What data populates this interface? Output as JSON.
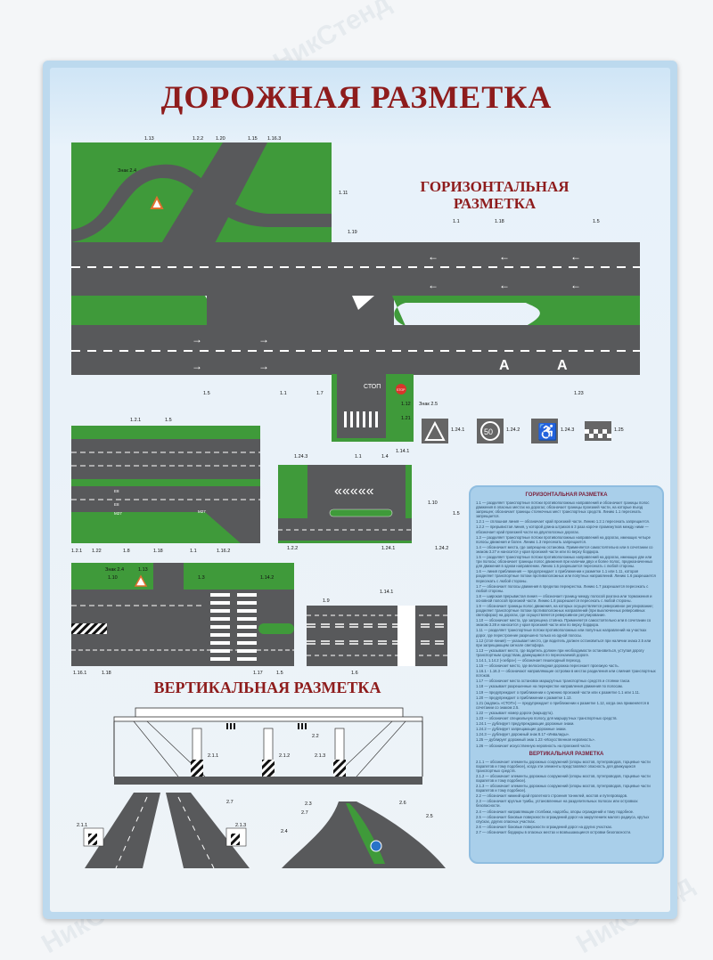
{
  "title": "ДОРОЖНАЯ РАЗМЕТКА",
  "watermark": "НикСтенд",
  "sections": {
    "horizontal_title_line1": "ГОРИЗОНТАЛЬНАЯ",
    "horizontal_title_line2": "РАЗМЕТКА",
    "vertical_title": "ВЕРТИКАЛЬНАЯ  РАЗМЕТКА"
  },
  "colors": {
    "title": "#8e1c1c",
    "grass": "#3f9a3a",
    "asphalt": "#58595b",
    "panel": "#a9cfea"
  },
  "main_diagram": {
    "labels": [
      "1.13",
      "1.2.2",
      "1.20",
      "1.15",
      "1.16.3",
      "Знак 2.4",
      "1.11",
      "1.19",
      "1.1",
      "1.18",
      "1.5",
      "1.5",
      "1.1",
      "1.7",
      "1.23",
      "Знак 2.5",
      "1.12",
      "1.21",
      "1.14.1"
    ],
    "road_text": "СТОП",
    "stop_sign": "STOP"
  },
  "signs": [
    {
      "label": "1.24.1",
      "icon": "road-narrows-sign"
    },
    {
      "label": "1.24.2",
      "icon": "speed-limit-sign",
      "text": "50"
    },
    {
      "label": "1.24.3",
      "icon": "disabled-sign"
    },
    {
      "label": "1.25",
      "icon": "checker-marking"
    }
  ],
  "diagram_multilane": {
    "labels": [
      "1.2.1",
      "1.5",
      "1.2.1",
      "1.22",
      "1.8",
      "1.18",
      "1.1",
      "1.16.2"
    ],
    "route_codes": [
      "E8",
      "E8",
      "M27",
      "M27"
    ]
  },
  "diagram_parking": {
    "labels": [
      "1.24.3",
      "1.1",
      "1.4",
      "1.10",
      "1.5",
      "1.2.2",
      "1.24.1",
      "1.24.2"
    ]
  },
  "diagram_crossing": {
    "labels": [
      "Знак 2.4",
      "1.10",
      "1.13",
      "1.3",
      "1.14.2",
      "1.16.1",
      "1.18",
      "1.17",
      "1.5"
    ]
  },
  "diagram_reversible": {
    "labels": [
      "1.9",
      "1.14.1",
      "1.6"
    ]
  },
  "diagram_bridge": {
    "labels": [
      "2.2",
      "2.1.1",
      "2.1.2",
      "2.1.3"
    ]
  },
  "diagram_bottom_left": {
    "labels": [
      "2.1.1",
      "2.7",
      "2.1.3"
    ]
  },
  "diagram_bottom_right": {
    "labels": [
      "2.3",
      "2.7",
      "2.4",
      "2.6",
      "2.5"
    ]
  },
  "panel": {
    "horizontal_heading": "ГОРИЗОНТАЛЬНАЯ РАЗМЕТКА",
    "horizontal_items": [
      "1.1 — разделяет транспортные потоки противоположных направлений и обозначает границы полос движения в опасных местах на дорогах; обозначает границы проезжей части, на которые въезд запрещен; обозначает границы стояночных мест транспортных средств. Линию 1.1 пересекать запрещается.",
      "1.2.1 — сплошная линия — обозначает край проезжей части. Линию 1.2.1 пересекать запрещается.",
      "1.2.2 — прерывистая линия, у которой длина штрихов в 3 раза короче промежутков между ними — обозначает край проезжей части на двухполосных дорогах.",
      "1.3 — разделяет транспортные потоки противоположных направлений на дорогах, имеющих четыре полосы движения и более. Линию 1.3 пересекать запрещается.",
      "1.4 — обозначает места, где запрещена остановка. Применяется самостоятельно или в сочетании со знаком 3.27 и наносится у края проезжей части или по верху бордюра.",
      "1.5 — разделяет транспортные потоки противоположных направлений на дорогах, имеющих две или три полосы; обозначает границы полос движения при наличии двух и более полос, предназначенных для движения в одном направлении. Линию 1.5 разрешается пересекать с любой стороны.",
      "1.6 — линия приближения — предупреждает о приближении к разметке 1.1 или 1.11, которая разделяет транспортные потоки противоположных или попутных направлений. Линию 1.6 разрешается пересекать с любой стороны.",
      "1.7 — обозначает полосы движения в пределах перекрестка. Линию 1.7 разрешается пересекать с любой стороны.",
      "1.8 — широкая прерывистая линия — обозначает границу между полосой разгона или торможения и основной полосой проезжей части. Линию 1.8 разрешается пересекать с любой стороны.",
      "1.9 — обозначает границы полос движения, на которых осуществляется реверсивное регулирование; разделяет транспортные потоки противоположных направлений (при выключенных реверсивных светофорах) на дорогах, где осуществляется реверсивное регулирование.",
      "1.10 — обозначает места, где запрещена стоянка. Применяется самостоятельно или в сочетании со знаком 3.28 и наносится у края проезжей части или по верху бордюра.",
      "1.11 — разделяет транспортные потоки противоположных или попутных направлений на участках дорог, где перестроение разрешено только из одной полосы.",
      "1.12 (стоп-линия) — указывает место, где водитель должен остановиться при наличии знака 2.5 или при запрещающем сигнале светофора.",
      "1.13 — указывает место, где водитель должен при необходимости остановиться, уступая дорогу транспортным средствам, движущимся по пересекаемой дороге.",
      "1.14.1, 1.14.2 («зебра») — обозначает пешеходный переход.",
      "1.15 — обозначает место, где велосипедная дорожка пересекает проезжую часть.",
      "1.16.1 - 1.16.3 — обозначают направляющие островки в местах разделения или слияния транспортных потоков.",
      "1.17 — обозначает места остановок маршрутных транспортных средств и стоянки такси.",
      "1.18 — указывает разрешенные на перекрестке направления движения по полосам.",
      "1.19 — предупреждает о приближении к сужению проезжей части или к разметке 1.1 или 1.11.",
      "1.20 — предупреждает о приближении к разметке 1.13.",
      "1.21 (надпись «СТОП») — предупреждает о приближении к разметке 1.12, когда она применяется в сочетании со знаком 2.5.",
      "1.22 — указывает номер дороги (маршрута).",
      "1.23 — обозначает специальную полосу для маршрутных транспортных средств.",
      "1.24.1 — дублирует предупреждающие дорожные знаки.",
      "1.24.2 — дублирует запрещающие дорожные знаки.",
      "1.24.3 — дублирует дорожный знак 8.17 «Инвалиды».",
      "1.25 — дублирует дорожный знак 1.23 «Искусственная неровность».",
      "1.26 — обозначает искусственную неровность на проезжей части."
    ],
    "vertical_heading": "ВЕРТИКАЛЬНАЯ РАЗМЕТКА",
    "vertical_items": [
      "2.1.1 — обозначает элементы дорожных сооружений (опоры мостов, путепроводов, торцевые части парапетов и тому подобное), когда эти элементы представляют опасность для движущихся транспортных средств.",
      "2.1.2 — обозначает элементы дорожных сооружений (опоры мостов, путепроводов, торцевые части парапетов и тому подобное).",
      "2.1.3 — обозначает элементы дорожных сооружений (опоры мостов, путепроводов, торцевые части парапетов и тому подобное).",
      "2.2 — обозначает нижний край пролетного строения тоннелей, мостов и путепроводов.",
      "2.3 — обозначает круглые тумбы, установленные на разделительных полосах или островках безопасности.",
      "2.4 — обозначает направляющие столбики, надолбы, опоры ограждений и тому подобное.",
      "2.5 — обозначает боковые поверхности ограждений дорог на закруглениях малого радиуса, крутых спусках, других опасных участках.",
      "2.6 — обозначает боковые поверхности ограждений дорог на других участках.",
      "2.7 — обозначает бордюры в опасных местах и возвышающиеся островки безопасности."
    ]
  }
}
